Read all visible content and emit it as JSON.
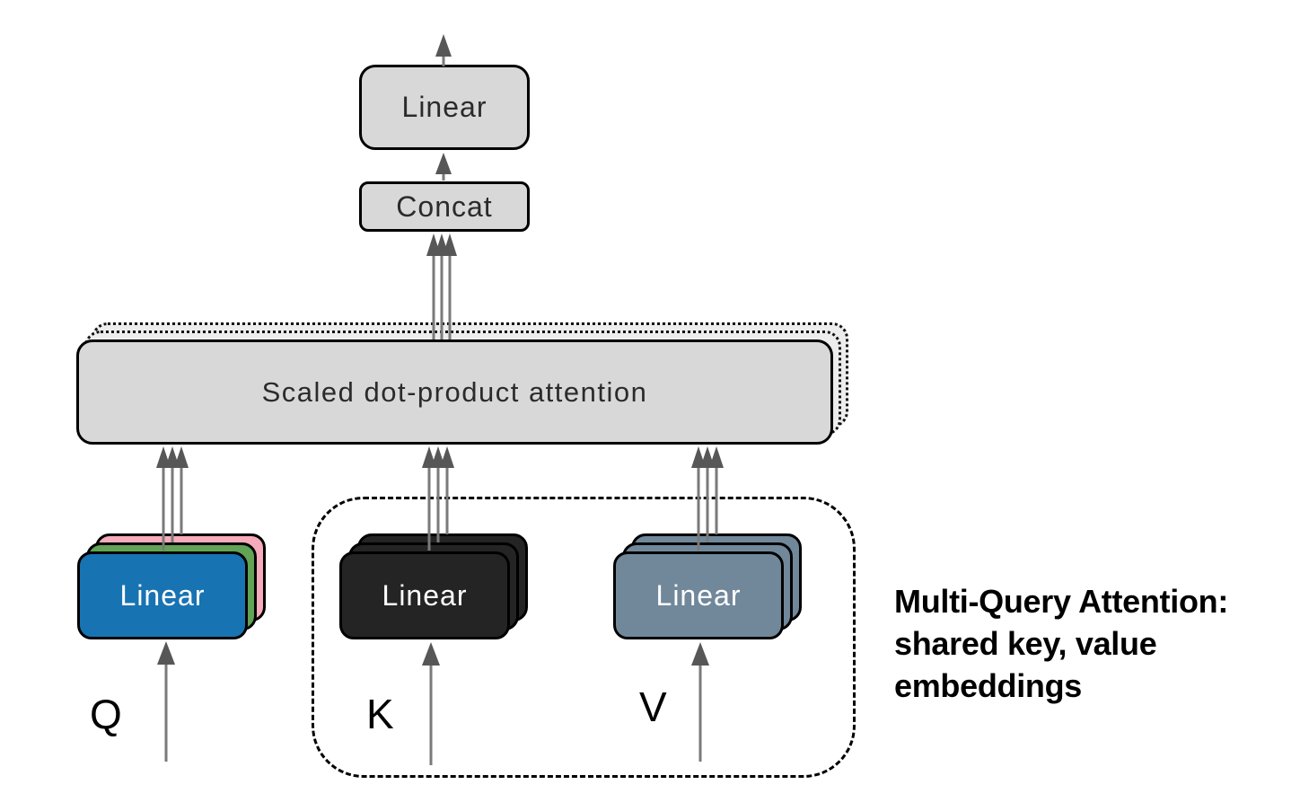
{
  "diagram": {
    "output_linear_label": "Linear",
    "concat_label": "Concat",
    "attention_label": "Scaled dot-product attention",
    "q_linear_label": "Linear",
    "k_linear_label": "Linear",
    "v_linear_label": "Linear",
    "q_input_label": "Q",
    "k_input_label": "K",
    "v_input_label": "V",
    "caption": "Multi-Query Attention:\nshared key, value\nembeddings",
    "colors": {
      "box_fill": "#d8d8d8",
      "ghost_fill": "#ededed",
      "q_front_blue": "#1873b2",
      "q_middle_green": "#62a355",
      "q_back_pink": "#f6abba",
      "k_fill_black": "#242424",
      "v_fill_slate": "#71889b",
      "arrow_line": "#7a7a7a",
      "arrow_head": "#575757",
      "border": "#000000",
      "box_text_dark": "#2b2b2b",
      "stack_text_light": "#ffffff"
    }
  }
}
